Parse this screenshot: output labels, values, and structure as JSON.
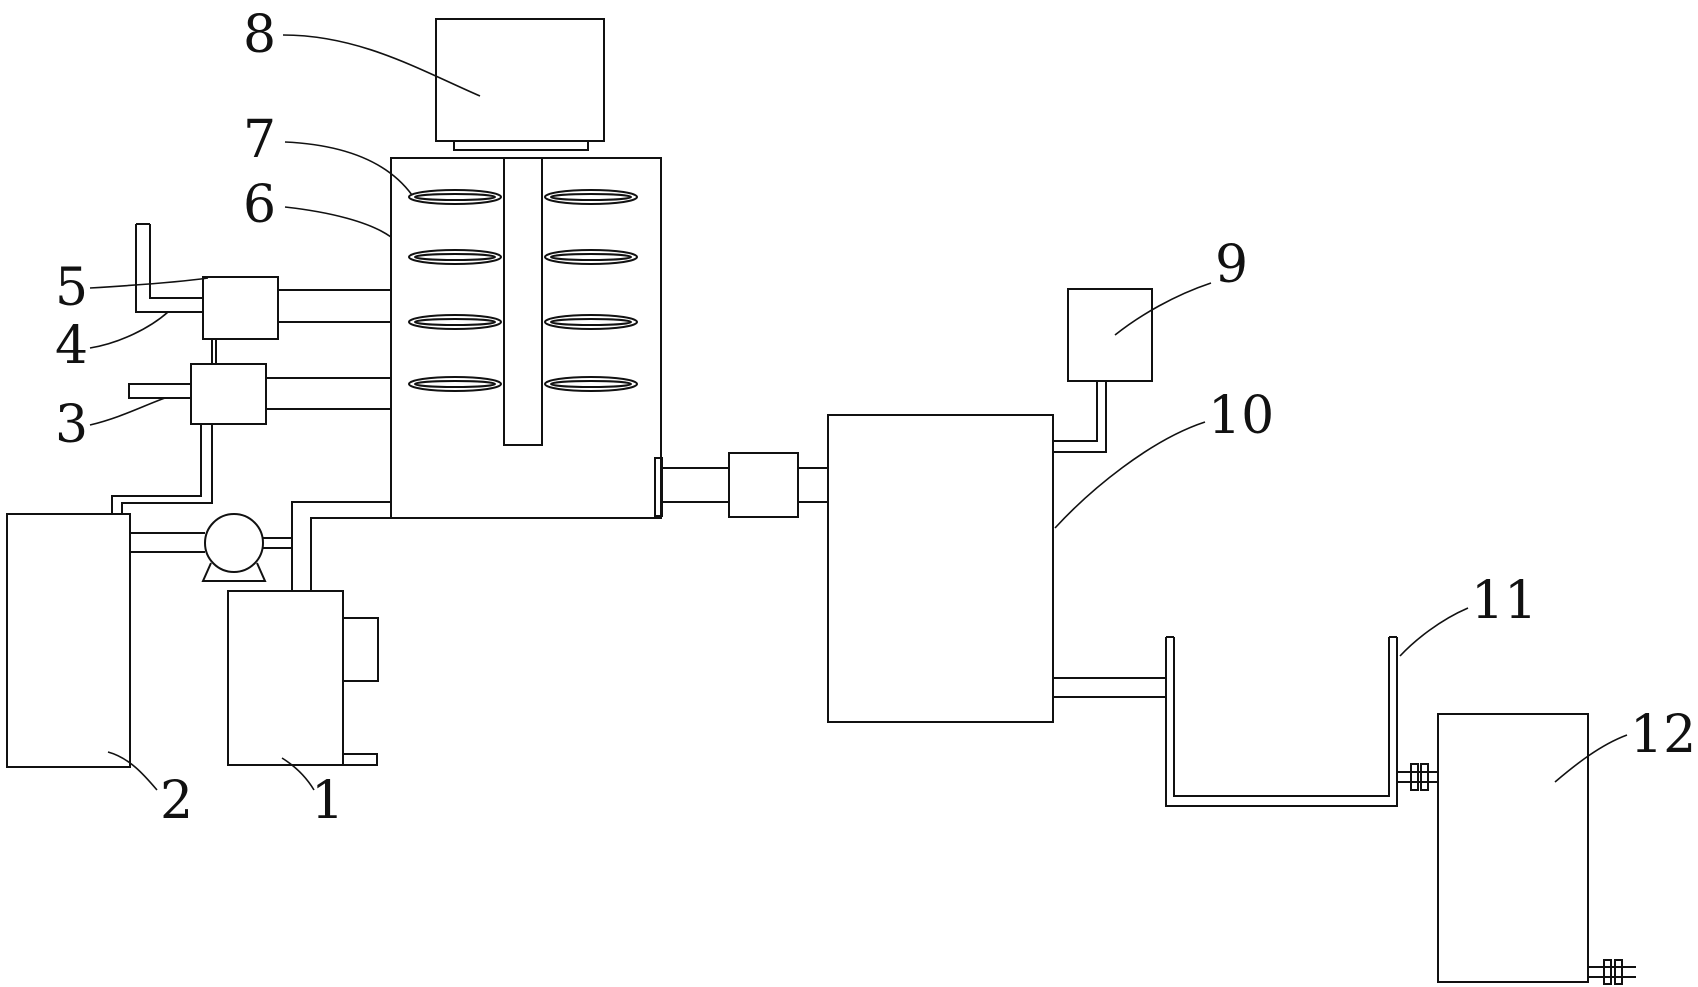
{
  "labels": {
    "n1": "1",
    "n2": "2",
    "n3": "3",
    "n4": "4",
    "n5": "5",
    "n6": "6",
    "n7": "7",
    "n8": "8",
    "n9": "9",
    "n10": "10",
    "n11": "11",
    "n12": "12"
  },
  "colors": {
    "line": "#111111",
    "background": "#ffffff"
  }
}
